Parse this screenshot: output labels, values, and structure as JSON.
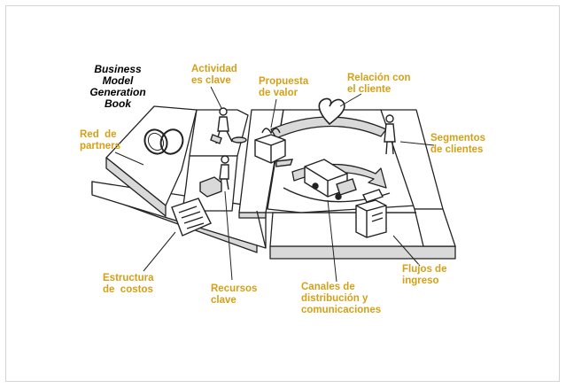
{
  "book_title": [
    "Business",
    "Model",
    "Generation",
    "Book"
  ],
  "labels": {
    "actividades_clave": "Actividad\nes clave",
    "propuesta_valor": "Propuesta\nde valor",
    "relacion_cliente": "Relación con\nel cliente",
    "red_partners": "Red  de\npartners",
    "segmentos_clientes": "Segmentos\nde clientes",
    "flujos_ingreso": "Flujos de\ningreso",
    "estructura_costos": "Estructura\nde  costos",
    "recursos_clave": "Recursos\nclave",
    "canales": "Canales de\ndistribución y\ncomunicaciones"
  },
  "colors": {
    "label": "#d4a017",
    "line": "#222222",
    "shade": "#d9d9d9",
    "heart": "#ffffff"
  },
  "icons": [
    "rings-icon",
    "worker-icon",
    "gift-box-icon",
    "heart-icon",
    "person-icon",
    "truck-icon",
    "forklift-worker-icon",
    "cash-register-icon",
    "document-icon"
  ]
}
